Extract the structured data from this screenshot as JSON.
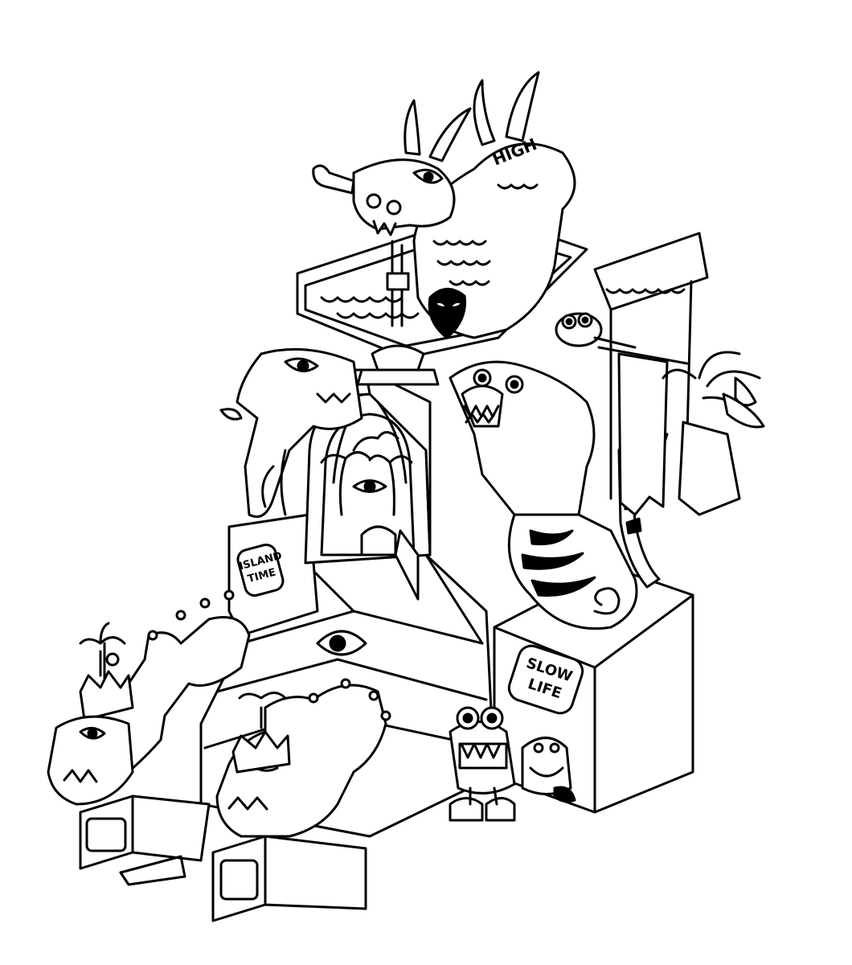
{
  "signs": {
    "high": "HIGH",
    "island_line1": "ISLAND",
    "island_line2": "TIME",
    "slow_line1": "SLOW",
    "slow_line2": "LIFE"
  },
  "colors": {
    "ink": "#000000",
    "paper": "#ffffff"
  }
}
